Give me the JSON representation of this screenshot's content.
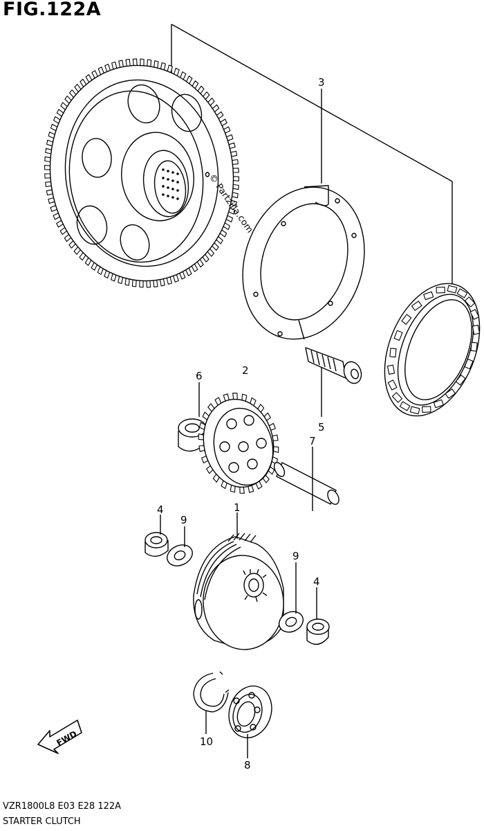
{
  "figure": {
    "title": "FIG.122A",
    "footer_code": "VZR1800L8  E03  E28  122A",
    "footer_name": "STARTER CLUTCH"
  },
  "watermark": "© Partzilla.com",
  "fwd_label": "FWD",
  "callouts": {
    "c1": "1",
    "c2": "2",
    "c3": "3",
    "c4a": "4",
    "c4b": "4",
    "c5": "5",
    "c6": "6",
    "c7": "7",
    "c8": "8",
    "c9a": "9",
    "c9b": "9",
    "c10": "10"
  }
}
